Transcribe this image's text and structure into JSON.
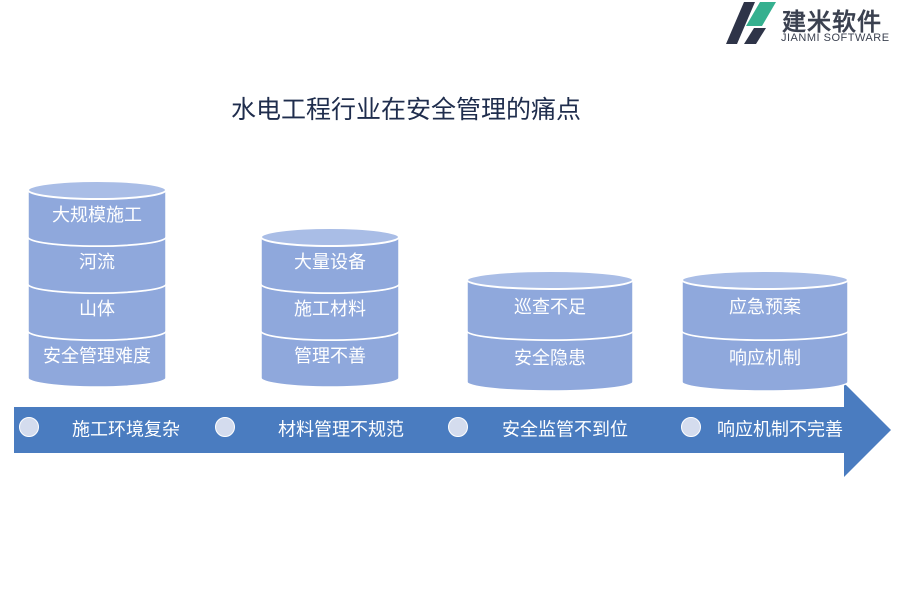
{
  "brand": {
    "name_cn": "建米软件",
    "name_en": "JIANMI SOFTWARE"
  },
  "title": "水电工程行业在安全管理的痛点",
  "colors": {
    "cylinder_fill": "#8fa8dc",
    "cylinder_top": "#a9bde6",
    "cylinder_edge": "#ffffff",
    "arrow_fill": "#4a7cc0",
    "dot_fill": "#d4dcee",
    "title": "#1f2d4d",
    "logo_green": "#35b08f",
    "logo_dark": "#2e3448"
  },
  "stacks": [
    {
      "label": "施工环境复杂",
      "segments": [
        "大规模施工",
        "河流",
        "山体",
        "安全管理难度"
      ]
    },
    {
      "label": "材料管理不规范",
      "segments": [
        "大量设备",
        "施工材料",
        "管理不善"
      ]
    },
    {
      "label": "安全监管不到位",
      "segments": [
        "巡查不足",
        "安全隐患"
      ]
    },
    {
      "label": "响应机制不完善",
      "segments": [
        "应急预案",
        "响应机制"
      ]
    }
  ]
}
